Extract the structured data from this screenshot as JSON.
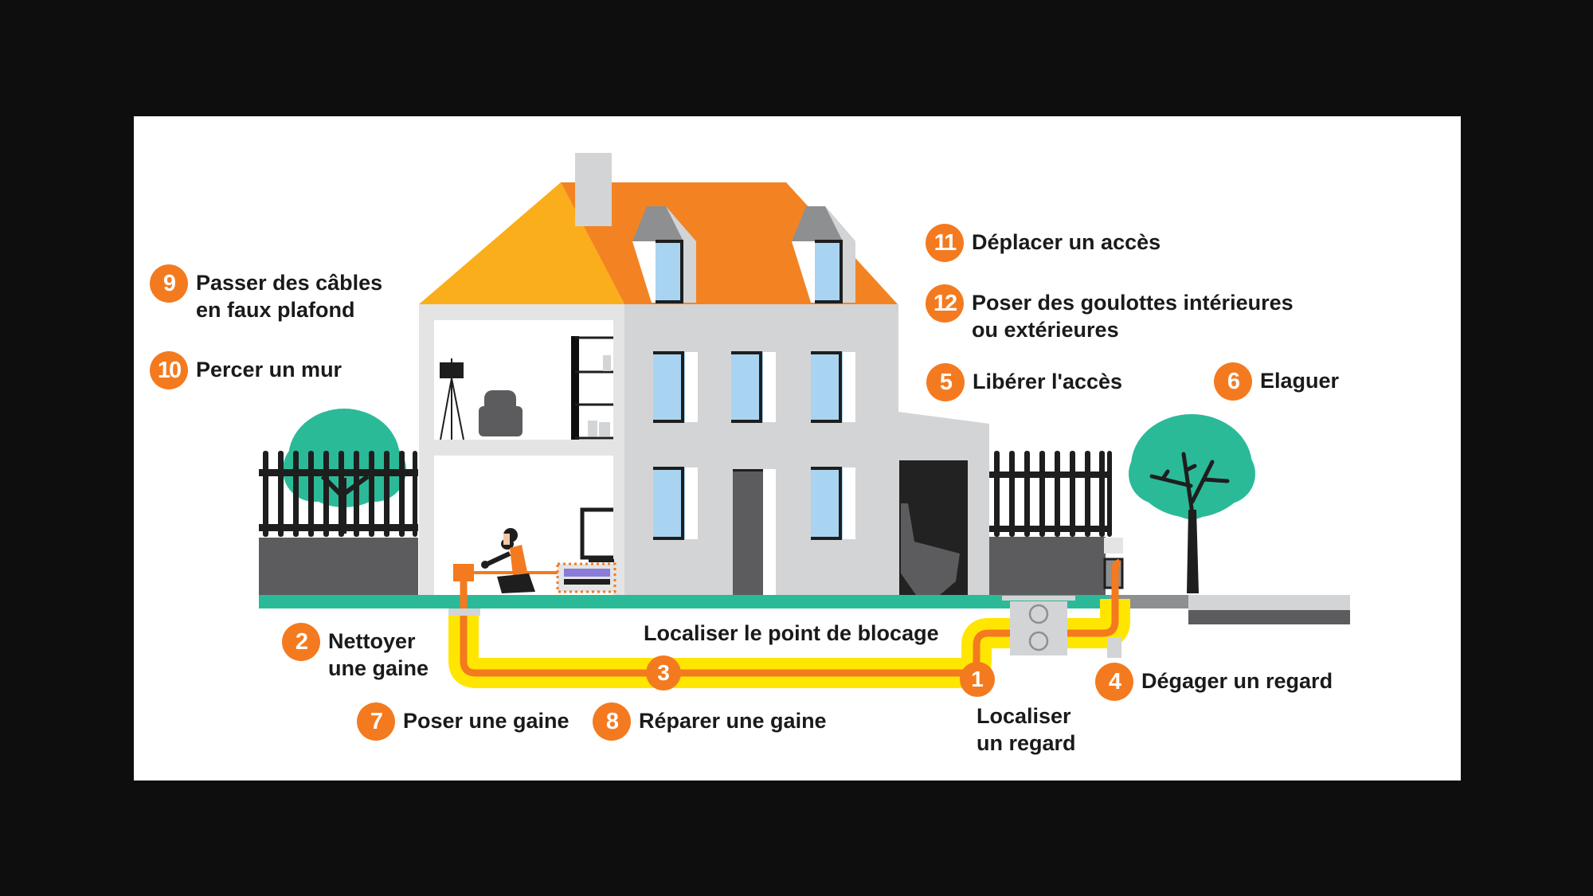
{
  "colors": {
    "background": "#0e0e0e",
    "panel": "#ffffff",
    "badge_orange": "#f47a1f",
    "roof_yellow": "#fbae1b",
    "roof_orange": "#f38322",
    "wall_gray": "#d3d4d6",
    "window_blue": "#a8d4f1",
    "ground_green": "#2bba98",
    "tree_green": "#2bba98",
    "pipe_yellow": "#ffe600",
    "pipe_orange": "#f47a1f",
    "dark": "#1e1e1e",
    "fence_wall": "#5c5c5e"
  },
  "labels": {
    "item9": {
      "number": "9",
      "line1": "Passer des câbles",
      "line2": "en faux plafond"
    },
    "item10": {
      "number": "10",
      "line1": "Percer un mur"
    },
    "item11": {
      "number": "11",
      "line1": "Déplacer un accès"
    },
    "item12": {
      "number": "12",
      "line1": "Poser des goulottes intérieures",
      "line2": "ou extérieures"
    },
    "item5": {
      "number": "5",
      "line1": "Libérer l'accès"
    },
    "item6": {
      "number": "6",
      "line1": "Elaguer"
    },
    "item2": {
      "number": "2",
      "line1": "Nettoyer",
      "line2": "une gaine"
    },
    "item7": {
      "number": "7",
      "line1": "Poser une gaine"
    },
    "item8": {
      "number": "8",
      "line1": "Réparer une gaine"
    },
    "item4": {
      "number": "4",
      "line1": "Dégager un regard"
    },
    "item3": {
      "number": "3"
    },
    "item1": {
      "number": "1",
      "line1": "Localiser",
      "line2": "un regard"
    },
    "blockage": {
      "text": "Localiser le point de blocage"
    }
  }
}
